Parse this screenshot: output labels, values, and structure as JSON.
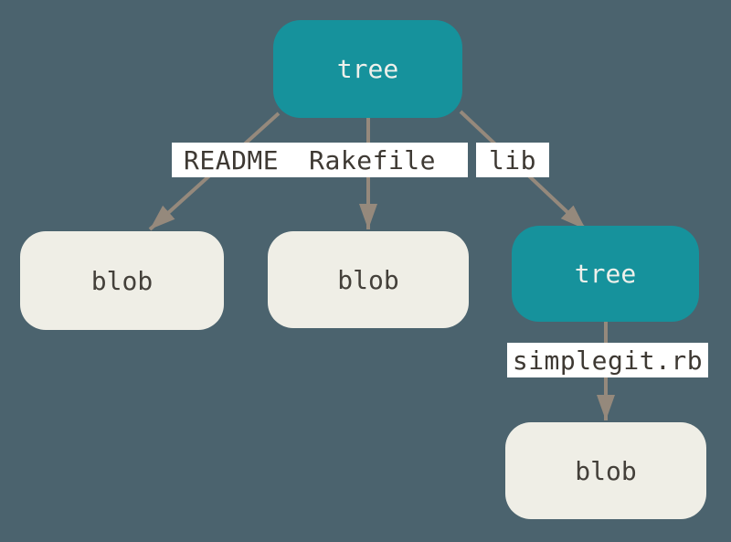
{
  "colors": {
    "background": "#4B636E",
    "tree_fill": "#16929C",
    "tree_text": "#EEF0EB",
    "blob_fill": "#EFEEE6",
    "blob_text": "#44403A",
    "arrow": "#95897C",
    "edge_label_bg": "#FFFFFF",
    "edge_label_text": "#3E3933"
  },
  "nodes": {
    "root_tree": {
      "label": "tree"
    },
    "blob_readme": {
      "label": "blob"
    },
    "blob_rakefile": {
      "label": "blob"
    },
    "lib_tree": {
      "label": "tree"
    },
    "blob_simplegit": {
      "label": "blob"
    }
  },
  "edge_labels": {
    "readme": "README",
    "rakefile": "Rakefile",
    "lib": "lib",
    "simplegit": "simplegit.rb"
  }
}
